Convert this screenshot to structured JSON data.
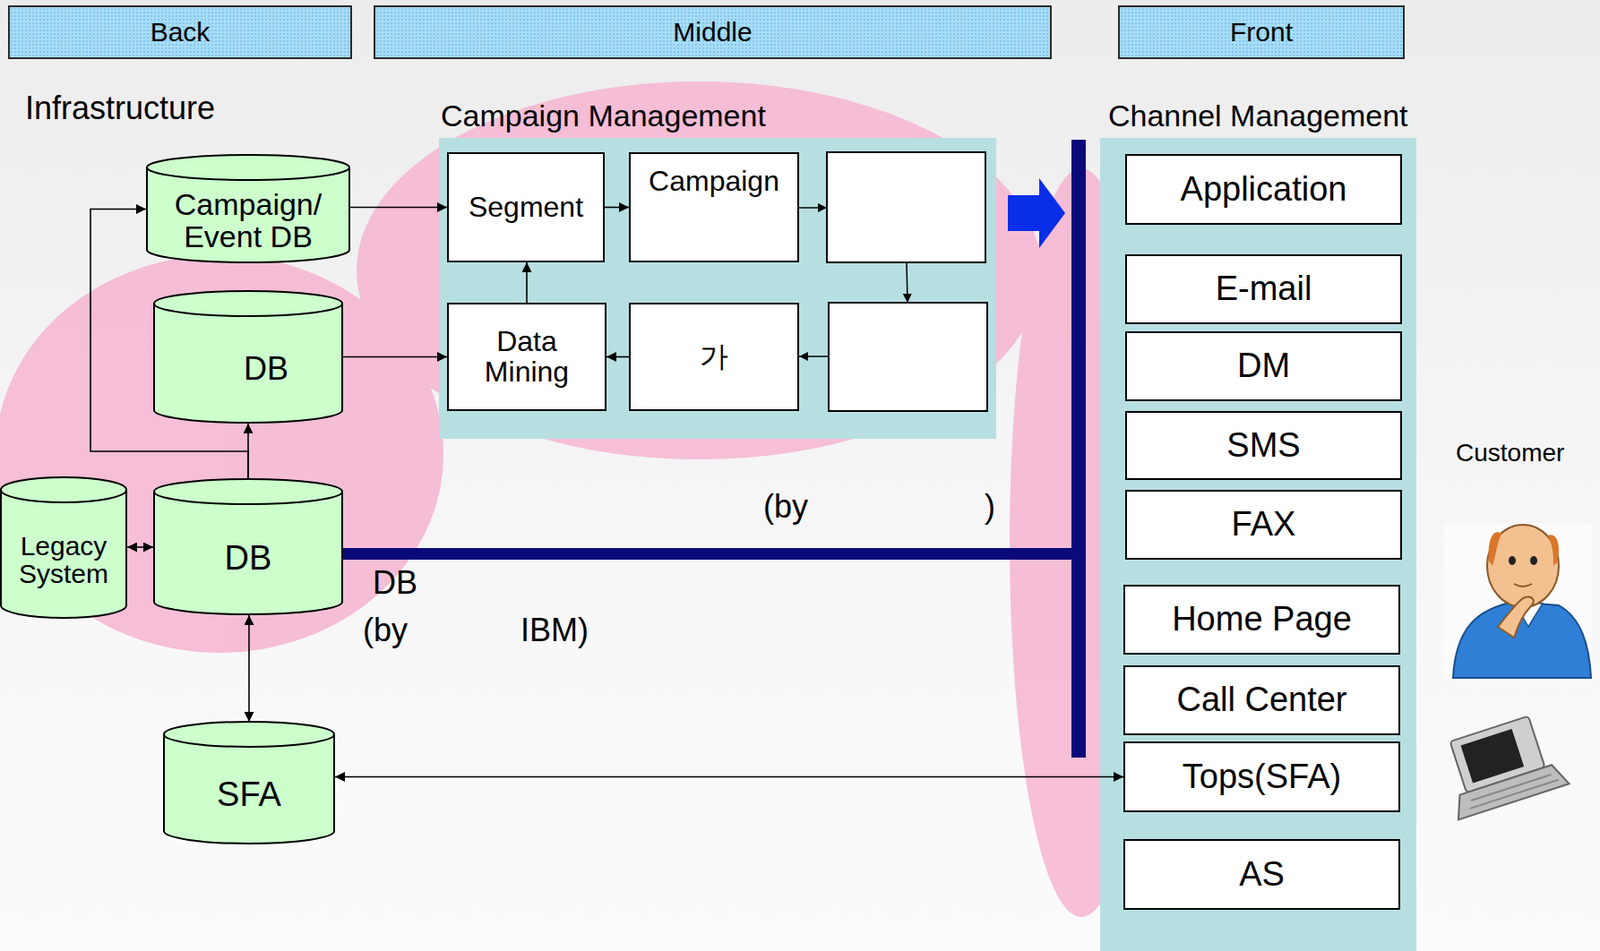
{
  "diagram": {
    "nodes": [
      {
        "text": [
          "Back"
        ]
      },
      {
        "text": [
          "Middle"
        ]
      },
      {
        "text": [
          "Front"
        ]
      },
      {
        "text": [
          "Campaign/ Event DB"
        ]
      },
      {
        "text": [
          "DB"
        ]
      },
      {
        "text": [
          "Legacy System"
        ]
      },
      {
        "text": [
          "DB"
        ]
      },
      {
        "text": [
          "SFA"
        ]
      },
      {
        "text": [
          "Campaign Management"
        ]
      },
      {
        "text": [
          "Segment"
        ],
        "in": 8
      },
      {
        "text": [
          "Campaign"
        ],
        "in": 8
      },
      {
        "text": [
          "Data Mining"
        ],
        "in": 8
      },
      {
        "text": [
          "가"
        ],
        "in": 8
      },
      {
        "text": [
          "Channel Management"
        ]
      },
      {
        "text": [
          "Application"
        ],
        "in": 13
      },
      {
        "text": [
          "E-mail"
        ],
        "in": 13
      },
      {
        "text": [
          "DM"
        ],
        "in": 13
      },
      {
        "text": [
          "SMS"
        ],
        "in": 13
      },
      {
        "text": [
          "FAX"
        ],
        "in": 13
      },
      {
        "text": [
          "Home Page"
        ],
        "in": 13
      },
      {
        "text": [
          "Call Center"
        ],
        "in": 13
      },
      {
        "text": [
          "Tops(SFA)"
        ],
        "in": 13
      },
      {
        "text": [
          "AS"
        ],
        "in": 13
      }
    ],
    "edges": [
      {
        "from": 3,
        "to": 9,
        "arrow": "to"
      },
      {
        "from": 9,
        "to": 10,
        "arrow": "to"
      },
      {
        "from": 4,
        "to": 11,
        "arrow": "to"
      },
      {
        "from": 11,
        "to": 9,
        "arrow": "to"
      },
      {
        "from": 12,
        "to": 11,
        "arrow": "to"
      },
      {
        "from": 5,
        "to": 6,
        "arrow": "both"
      },
      {
        "from": 6,
        "to": 4,
        "arrow": "to"
      },
      {
        "from": 6,
        "to": 3,
        "arrow": "to"
      },
      {
        "from": 6,
        "to": 7,
        "arrow": "both"
      },
      {
        "from": 7,
        "to": 21,
        "arrow": "both"
      }
    ],
    "labels": [
      "Infrastructure",
      "DB",
      "(by",
      "IBM)",
      "(by",
      ")",
      "Customer"
    ]
  }
}
